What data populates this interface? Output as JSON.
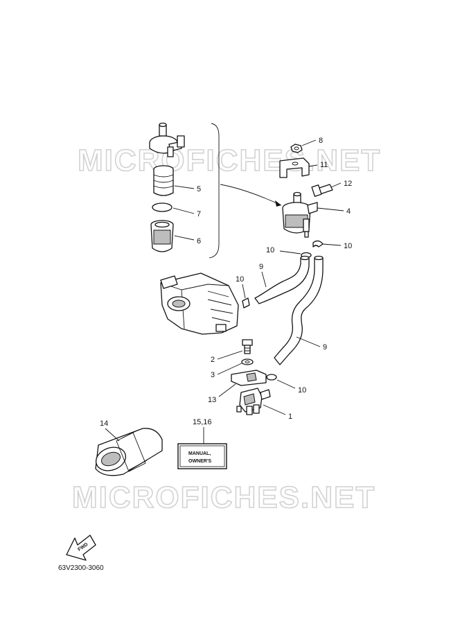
{
  "watermark": {
    "top_text": "MICROFICHES.NET",
    "bottom_text": "MICROFICHES.NET"
  },
  "callouts": {
    "c1": "1",
    "c2": "2",
    "c3": "3",
    "c4": "4",
    "c5": "5",
    "c6": "6",
    "c7": "7",
    "c8": "8",
    "c9a": "9",
    "c9b": "9",
    "c10a": "10",
    "c10b": "10",
    "c10c": "10",
    "c10d": "10",
    "c11": "11",
    "c12": "12",
    "c13": "13",
    "c14": "14",
    "c15_16": "15,16"
  },
  "manual_label": {
    "line1": "MANUAL,",
    "line2": "OWNER'S"
  },
  "fwd_label": "FWD",
  "diagram_code": "63V2300-3060"
}
